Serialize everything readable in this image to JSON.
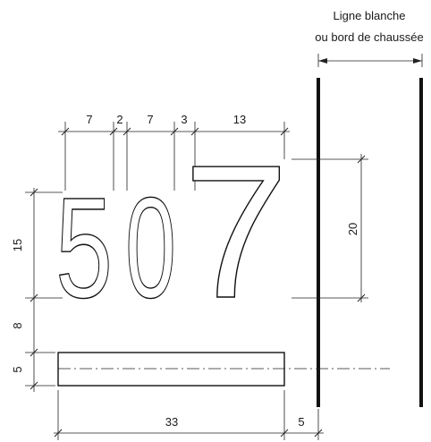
{
  "label": {
    "line1": "Ligne blanche",
    "line2": "ou bord de chaussée"
  },
  "number": {
    "d1": "5",
    "d2": "0",
    "d3": "7"
  },
  "dims": {
    "top": [
      "7",
      "2",
      "7",
      "3",
      "13"
    ],
    "height_digits": "15",
    "height_seven": "20",
    "gap": "8",
    "bar_height": "5",
    "bar_width": "33",
    "offset": "5"
  }
}
